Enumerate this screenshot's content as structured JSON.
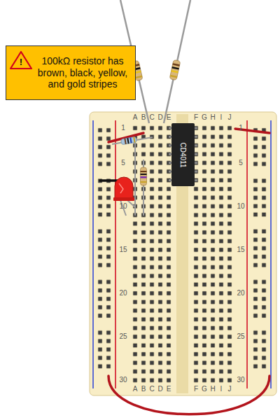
{
  "diagram": {
    "nodes": [
      {
        "text": [
          "!",
          "100kΩ resistor has brown, black, yellow, and gold stripes"
        ]
      },
      {
        "text": [
          "CD4011"
        ]
      }
    ],
    "edges": [],
    "labels": [
      "A",
      "B",
      "C",
      "D",
      "E",
      "F",
      "G",
      "H",
      "I",
      "J",
      "1",
      "1",
      "5",
      "5",
      "10",
      "10",
      "15",
      "15",
      "20",
      "20",
      "25",
      "25",
      "30",
      "30",
      "A",
      "B",
      "C",
      "D",
      "E",
      "F",
      "G",
      "H",
      "I",
      "J"
    ]
  }
}
